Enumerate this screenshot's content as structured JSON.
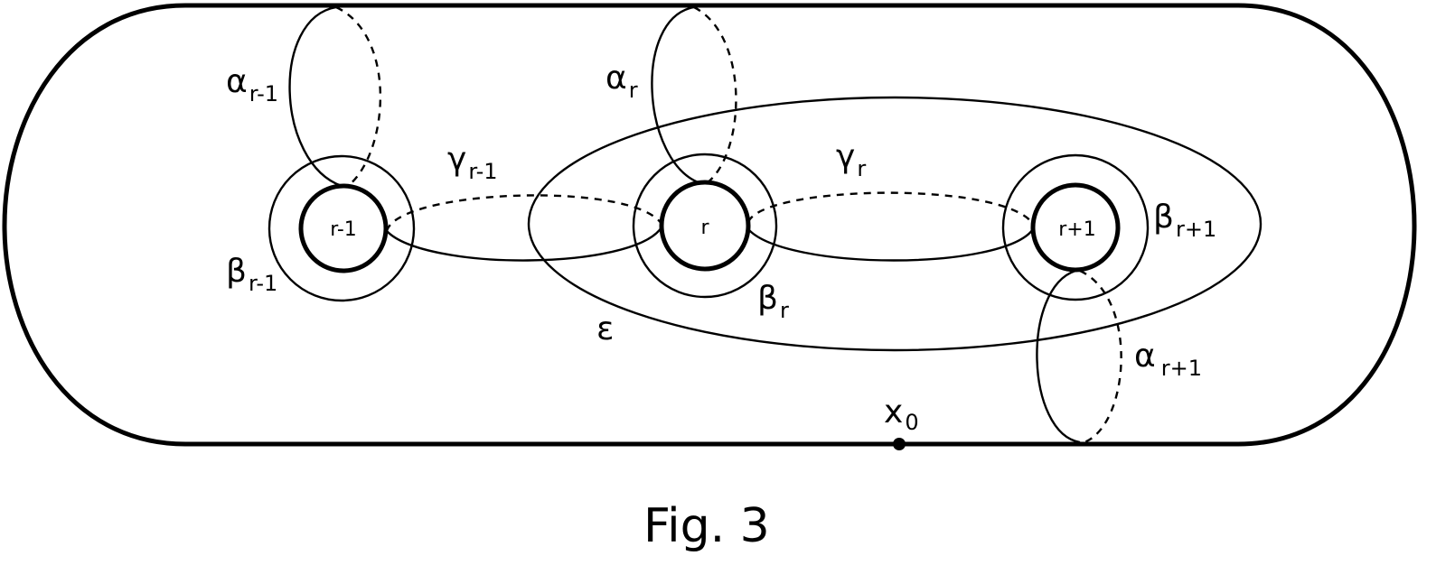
{
  "holes": {
    "left": "r-1",
    "middle": "r",
    "right": "r+1"
  },
  "labels": {
    "alpha_left": {
      "base": "α",
      "sub": "r-1"
    },
    "alpha_mid": {
      "base": "α",
      "sub": "r"
    },
    "alpha_right": {
      "base": "α",
      "sub": "r+1"
    },
    "gamma_left": {
      "base": "γ",
      "sub": "r-1"
    },
    "gamma_right": {
      "base": "γ",
      "sub": "r"
    },
    "beta_left": {
      "base": "β",
      "sub": "r-1"
    },
    "beta_mid": {
      "base": "β",
      "sub": "r"
    },
    "beta_right": {
      "base": "β",
      "sub": "r+1"
    },
    "epsilon": "ε",
    "basepoint": {
      "base": "x",
      "sub": "0"
    }
  },
  "caption": "Fig. 3"
}
